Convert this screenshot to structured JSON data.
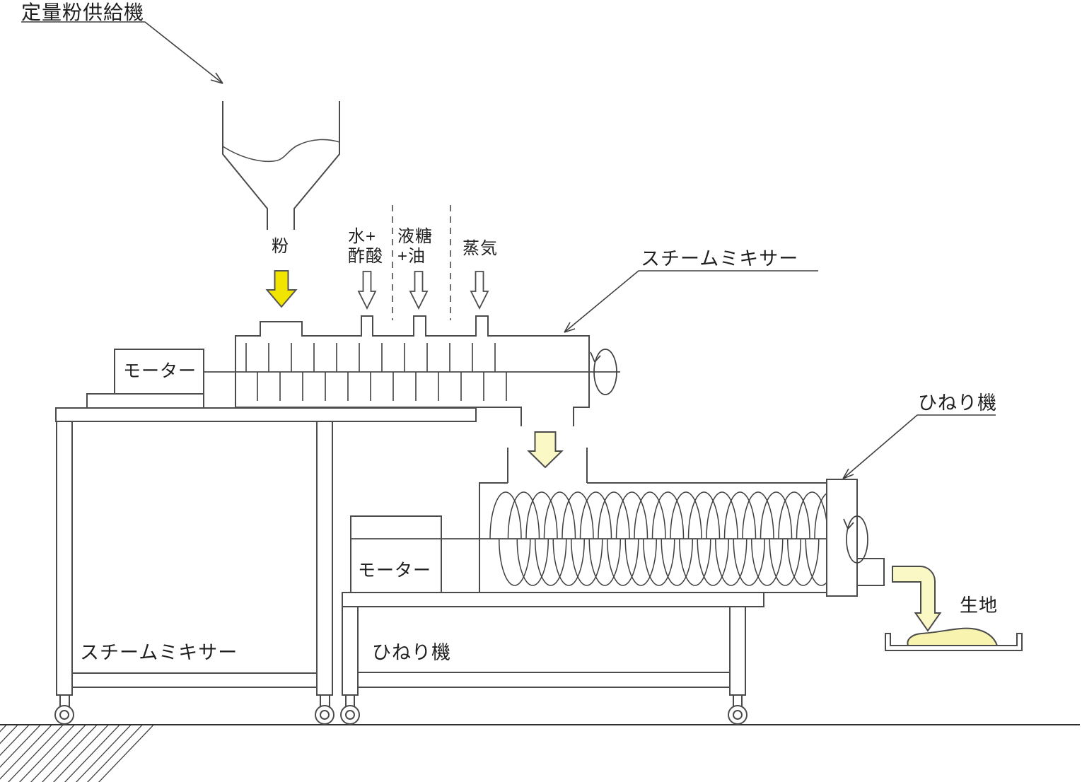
{
  "diagram": {
    "title_context": "dough production line schematic",
    "labels": {
      "feeder": "定量粉供給機",
      "flour": "粉",
      "water_acetic": "水+\n酢酸",
      "sugar_oil": "液糖\n+油",
      "steam": "蒸気",
      "mixer_callout": "スチームミキサー",
      "motor_top": "モーター",
      "motor_bottom": "モーター",
      "kneader_callout": "ひねり機",
      "mixer_caption": "スチームミキサー",
      "kneader_caption": "ひねり機",
      "dough": "生地"
    },
    "colors": {
      "line": "#4b4b4b",
      "bright_yellow": "#f1e500",
      "pale_yellow": "#faf8c4",
      "dough_fill": "#f8f3ae",
      "text": "#1f1f1f"
    },
    "icons": {
      "flour_flow_arrow": "bright-yellow down arrow",
      "feed_arrows": "white outline down arrows (3)",
      "chute_flow_arrow": "pale-yellow down arrow",
      "dough_out_arrow": "pale-yellow elbow arrow",
      "rotation_arrows": "elliptical rotation arrows (2)"
    }
  }
}
